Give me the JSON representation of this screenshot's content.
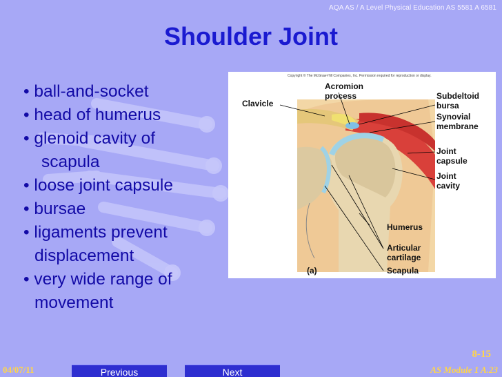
{
  "header": {
    "course_note": "AQA AS / A Level Physical Education AS 5581 A 6581"
  },
  "title": "Shoulder Joint",
  "bullets": {
    "b1": "• ball-and-socket",
    "b2": "• head of humerus",
    "b3a": "• glenoid cavity of",
    "b3b": "scapula",
    "b4": "• loose joint capsule",
    "b5": "• bursae",
    "b6a": "• ligaments prevent",
    "b6b": "displacement",
    "b7a": "• very wide range of",
    "b7b": "movement"
  },
  "figure": {
    "copyright": "Copyright © The McGraw-Hill Companies, Inc. Permission required for reproduction or display.",
    "labels": {
      "clavicle": "Clavicle",
      "acromion_1": "Acromion",
      "acromion_2": "process",
      "subdeltoid_1": "Subdeltoid",
      "subdeltoid_2": "bursa",
      "synovial_1": "Synovial",
      "synovial_2": "membrane",
      "joint_capsule_1": "Joint",
      "joint_capsule_2": "capsule",
      "joint_cavity_1": "Joint",
      "joint_cavity_2": "cavity",
      "humerus": "Humerus",
      "articular_1": "Articular",
      "articular_2": "cartilage",
      "scapula": "Scapula",
      "panel": "(a)"
    }
  },
  "footer": {
    "date": "04/07/11",
    "page": "8-15",
    "module": "AS Module 1 A.23",
    "prev_label": "Previous",
    "next_label": "Next"
  },
  "colors": {
    "background": "#a7a8f6",
    "title": "#1a1ad0",
    "text": "#120aa6",
    "footer_text": "#ffd54a",
    "nav_button": "#2e2ed0"
  }
}
